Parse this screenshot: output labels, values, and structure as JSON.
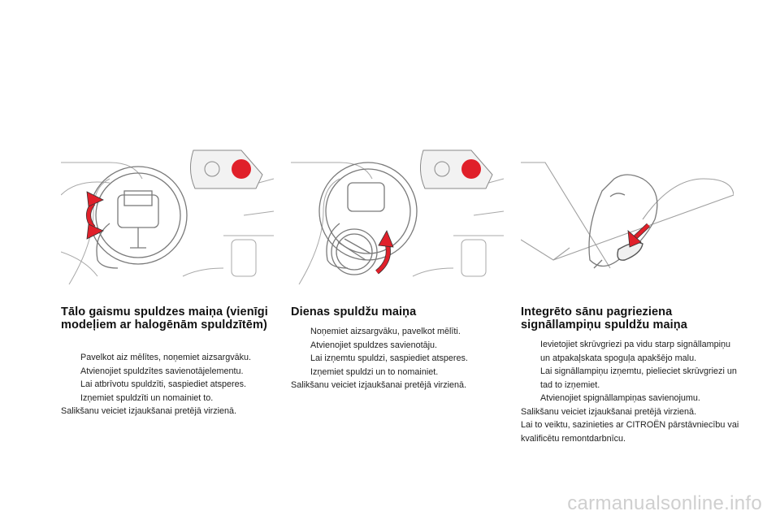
{
  "sections": [
    {
      "heading": "Tālo gaismu spuldzes maiņa (vienīgi modeļiem ar halogēnām spuldzītēm)",
      "steps": [
        "Pavelkot aiz mēlītes, noņemiet aizsargvāku.",
        "Atvienojiet spuldzītes savienotājelementu.",
        "Lai atbrīvotu spuldzīti, saspiediet atsperes.",
        "Izņemiet spuldzīti un nomainiet to."
      ],
      "notes": [
        "Salikšanu veiciet izjaukšanai pretējā virzienā."
      ]
    },
    {
      "heading": "Dienas spuldžu maiņa",
      "steps": [
        "Noņemiet aizsargvāku, pavelkot mēlīti.",
        "Atvienojiet spuldzes savienotāju.",
        "Lai izņemtu spuldzi, saspiediet atsperes.",
        "Izņemiet spuldzi un to nomainiet."
      ],
      "notes": [
        "Salikšanu veiciet izjaukšanai pretējā virzienā."
      ]
    },
    {
      "heading": "Integrēto sānu pagrieziena signāllampiņu spuldžu maiņa",
      "steps": [
        "Ievietojiet skrūvgriezi pa vidu starp signāllampiņu un atpakaļskata spoguļa apakšējo malu.",
        "Lai signāllampiņu izņemtu, pielieciet skrūvgriezi un tad to izņemiet.",
        "Atvienojiet spignāllampiņas savienojumu."
      ],
      "notes": [
        "Salikšanu veiciet izjaukšanai pretējā virzienā.",
        "Lai to veiktu, sazinieties ar CITROËN pārstāvniecību vai kvalificētu remontdarbnīcu."
      ]
    }
  ],
  "bullet_glyph": "",
  "watermark": "carmanualsonline.info",
  "colors": {
    "accent": "#e0202a",
    "line": "#9a9a9a",
    "bg": "#ffffff"
  }
}
